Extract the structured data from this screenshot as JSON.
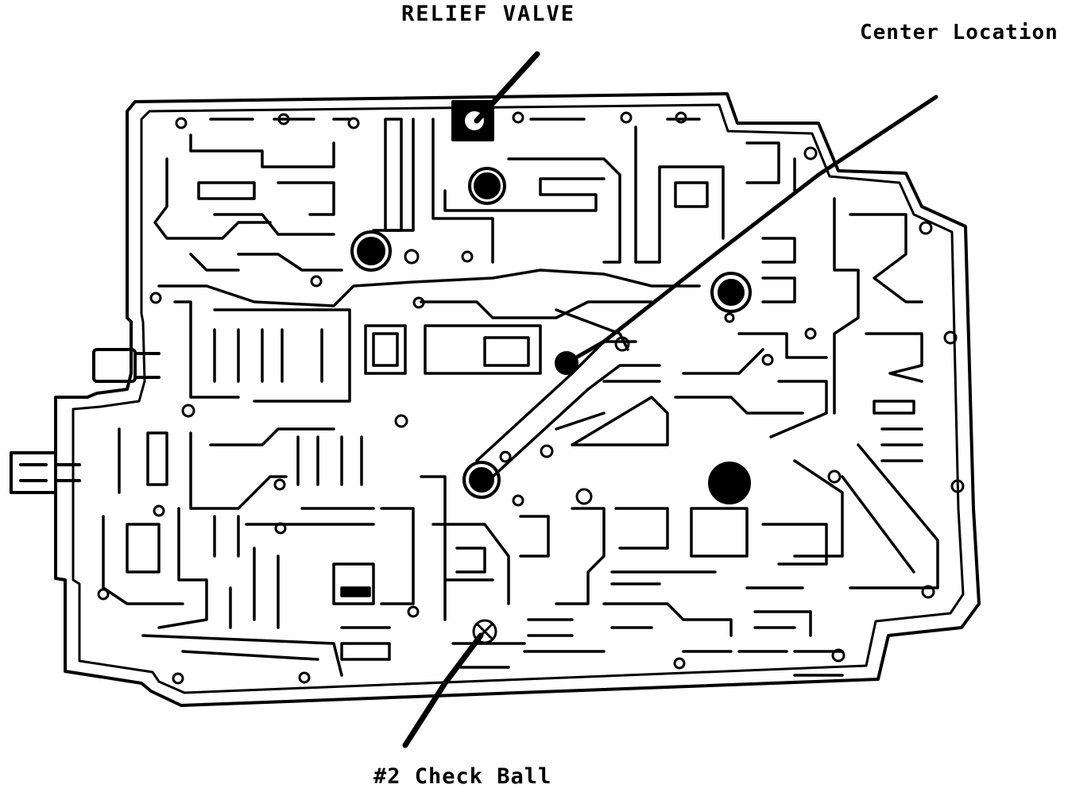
{
  "labels": {
    "relief_valve": "RELIEF VALVE",
    "center_location": "Center Location",
    "check_ball_2": "#2 Check Ball"
  },
  "colors": {
    "ink": "#000000",
    "paper": "#ffffff"
  }
}
